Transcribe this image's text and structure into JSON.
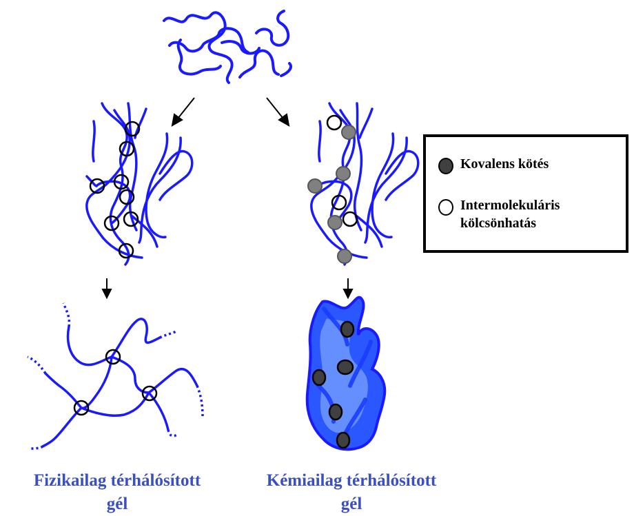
{
  "captions": {
    "physical": [
      "Fizikailag térhálósított",
      "gél"
    ],
    "chemical": [
      "Kémiailag térhálósított",
      "gél"
    ]
  },
  "legend": {
    "covalent_label": "Kovalens kötés",
    "intermolecular_label": [
      "Intermolekuláris",
      "kölcsönhatás"
    ]
  },
  "colors": {
    "chain": "#1a1aff",
    "gel_fill": "#2a57ff",
    "gel_light": "#7aa0ff",
    "covalent_node": "#808080",
    "gel_node": "#404040",
    "caption_text": "#3b4fc4",
    "arrow": "#000000"
  }
}
